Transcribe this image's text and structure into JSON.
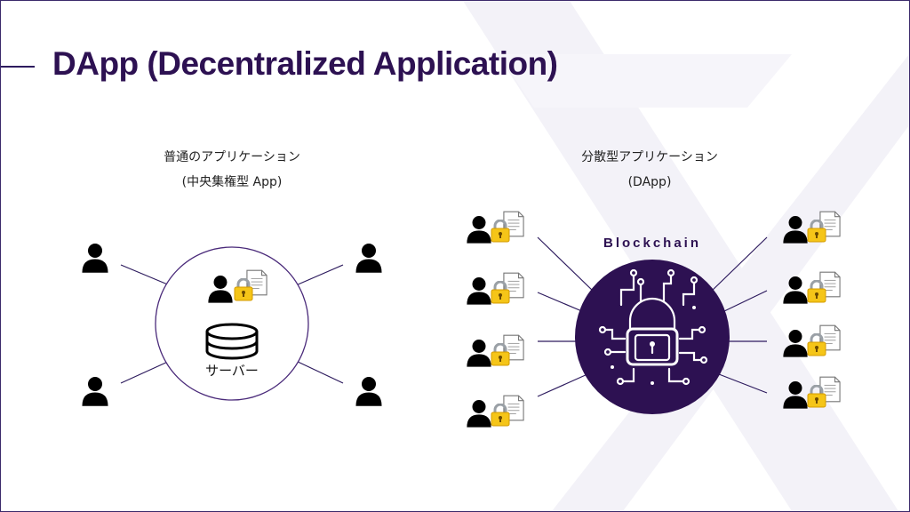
{
  "title": "DApp (Decentralized Application)",
  "left_panel": {
    "caption_line1": "普通のアプリケーション",
    "caption_line2": "(中央集権型 App)",
    "server_label": "サーバー"
  },
  "right_panel": {
    "caption_line1": "分散型アプリケーション",
    "caption_line2": "(DApp)",
    "blockchain_label": "Blockchain"
  },
  "icons": {
    "user": "user-icon",
    "lock": "padlock-icon",
    "document": "document-icon",
    "database": "database-icon",
    "circuit_lock": "circuit-lock-icon"
  },
  "colors": {
    "title": "#2d1152",
    "blockchain_fill": "#2d1152",
    "line": "#4a2a7a",
    "lock_body": "#f5c518",
    "watermark": "#f2f1f7"
  }
}
